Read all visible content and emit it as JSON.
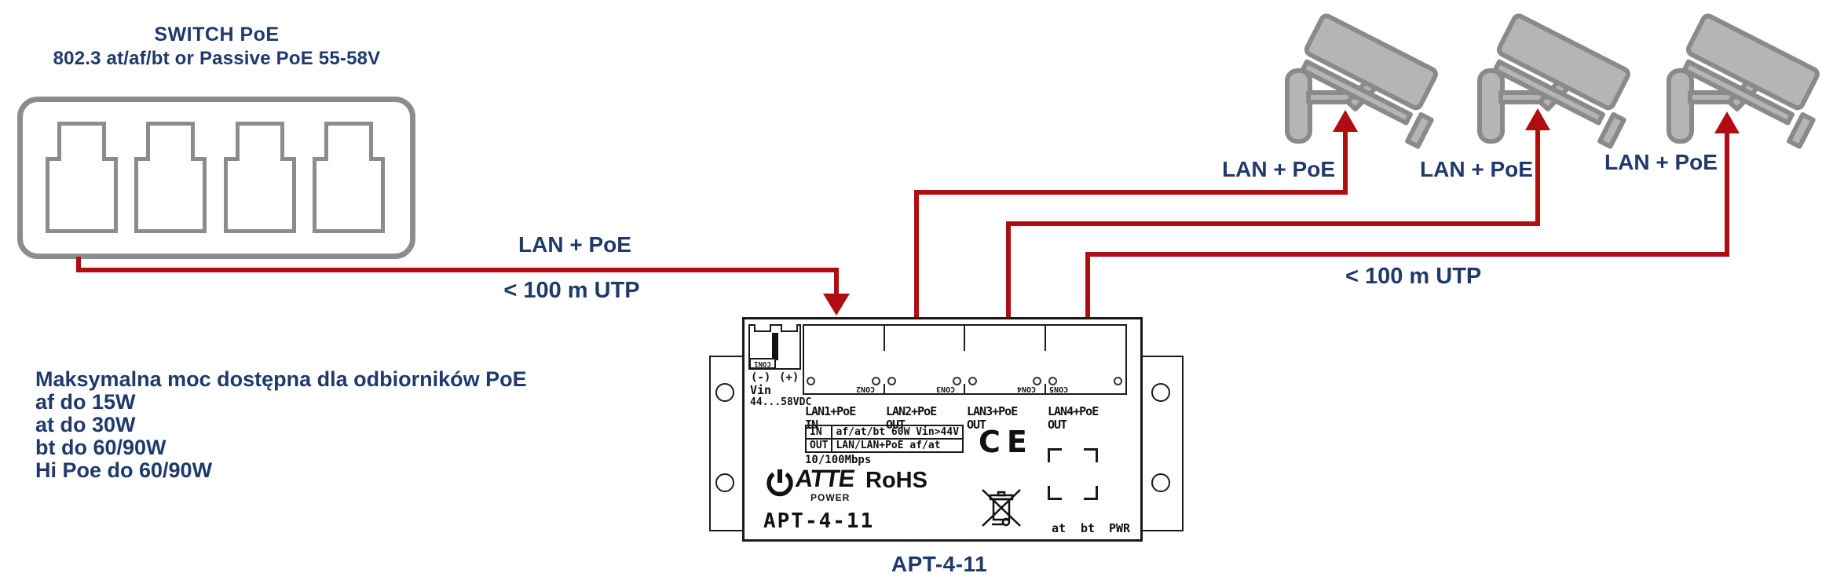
{
  "colors": {
    "navy": "#1f3a6a",
    "cable_red": "#b00d10",
    "switch_gray": "#8c8c8c",
    "device_stroke": "#1a1a1a",
    "camera_fill": "#b5b5b5",
    "camera_stroke": "#8a8a8a"
  },
  "switch": {
    "title_line1": "SWITCH PoE",
    "title_line2": "802.3 at/af/bt or Passive PoE 55-58V",
    "port_count": 4
  },
  "links": {
    "lan_poe_main": "LAN + PoE",
    "utp_main": "< 100 m UTP",
    "utp_right": "< 100 m UTP",
    "camera_labels": [
      "LAN + PoE",
      "LAN + PoE",
      "LAN + PoE"
    ]
  },
  "info": {
    "lines": [
      "Maksymalna moc dostępna dla odbiorników PoE",
      "af do 15W",
      "at do 30W",
      "bt do 60/90W",
      "Hi Poe do 60/90W"
    ]
  },
  "device": {
    "caption": "APT-4-11",
    "model": "APT-4-11",
    "connector": {
      "con": "CON1",
      "minus": "(-)",
      "plus": "(+)",
      "vin": "Vin",
      "range": "44...58VDC"
    },
    "ports": [
      {
        "name": "LAN1+PoE",
        "dir": "IN",
        "con": "CON2"
      },
      {
        "name": "LAN2+PoE",
        "dir": "OUT",
        "con": "CON3"
      },
      {
        "name": "LAN3+PoE",
        "dir": "OUT",
        "con": "CON4"
      },
      {
        "name": "LAN4+PoE",
        "dir": "OUT",
        "con": "CON5"
      }
    ],
    "spec_table": {
      "rows": [
        [
          "IN",
          "af/at/bt 60W Vin>44V"
        ],
        [
          "OUT",
          "LAN/LAN+PoE af/at"
        ]
      ]
    },
    "speed": "10/100Mbps",
    "brand": {
      "name": "ATTE",
      "sub": "POWER"
    },
    "rohs": "RoHS",
    "ce": "CE",
    "leds": [
      "at",
      "bt",
      "PWR"
    ]
  }
}
